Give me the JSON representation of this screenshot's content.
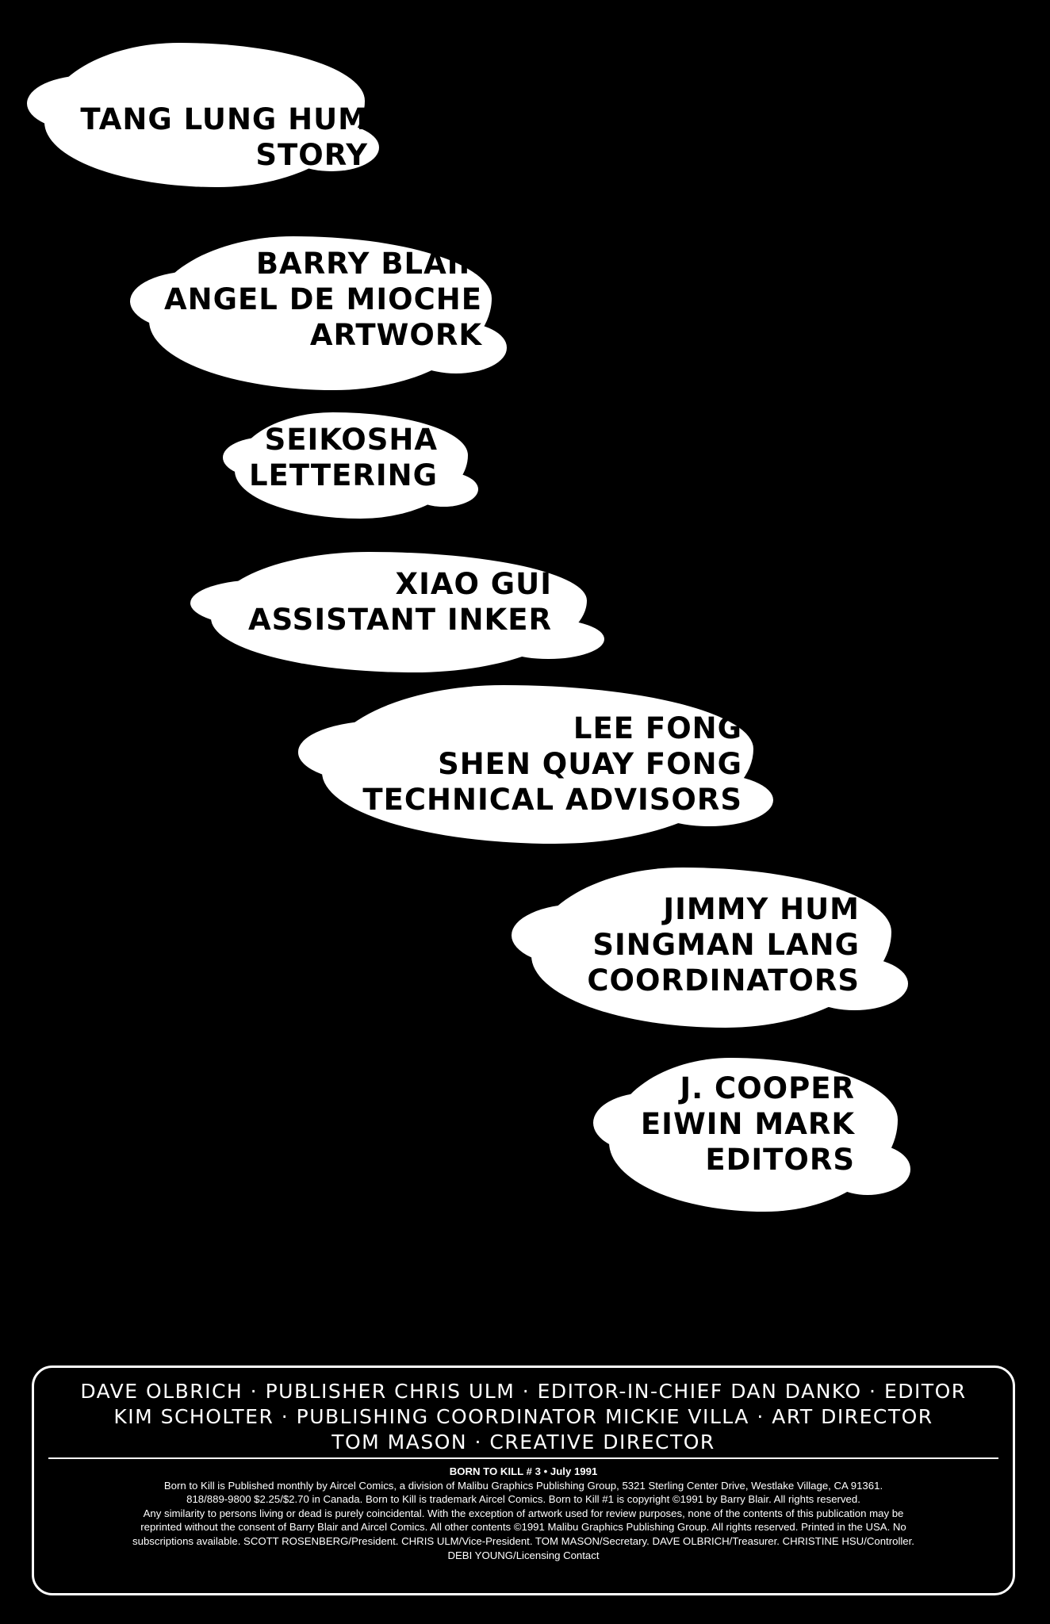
{
  "credits": [
    {
      "lines": [
        "TANG LUNG HUM",
        "STORY"
      ]
    },
    {
      "lines": [
        "BARRY BLAIR",
        "ANGEL DE MIOCHE",
        "ARTWORK"
      ]
    },
    {
      "lines": [
        "SEIKOSHA",
        "LETTERING"
      ]
    },
    {
      "lines": [
        "XIAO GUI",
        "ASSISTANT INKER"
      ]
    },
    {
      "lines": [
        "LEE FONG",
        "SHEN QUAY FONG",
        "TECHNICAL ADVISORS"
      ]
    },
    {
      "lines": [
        "JIMMY HUM",
        "SINGMAN LANG",
        "COORDINATORS"
      ]
    },
    {
      "lines": [
        "J. COOPER",
        "EIWIN MARK",
        "EDITORS"
      ]
    }
  ],
  "footer": {
    "staff_lines": [
      "DAVE OLBRICH · PUBLISHER   CHRIS ULM · EDITOR-IN-CHIEF   DAN DANKO · EDITOR",
      "KIM SCHOLTER · PUBLISHING COORDINATOR   MICKIE VILLA · ART DIRECTOR",
      "TOM MASON · CREATIVE DIRECTOR"
    ],
    "issue_title": "BORN TO KILL # 3 • July 1991",
    "legal_lines": [
      "Born to Kill is Published monthly by Aircel Comics, a division of Malibu Graphics Publishing Group, 5321 Sterling Center Drive, Westlake Village, CA 91361.",
      "818/889-9800 $2.25/$2.70 in Canada. Born to Kill is trademark Aircel Comics. Born to Kill #1 is copyright ©1991 by Barry Blair. All rights reserved.",
      "Any similarity to persons living or dead is purely coincidental. With the exception of artwork used for review purposes, none of the contents of this publication may be",
      "reprinted without the consent of Barry Blair and Aircel Comics. All other contents ©1991 Malibu Graphics Publishing Group. All rights reserved. Printed in the USA. No",
      "subscriptions available. SCOTT ROSENBERG/President. CHRIS ULM/Vice-President. TOM MASON/Secretary. DAVE OLBRICH/Treasurer. CHRISTINE HSU/Controller.",
      "DEBI YOUNG/Licensing Contact"
    ]
  }
}
